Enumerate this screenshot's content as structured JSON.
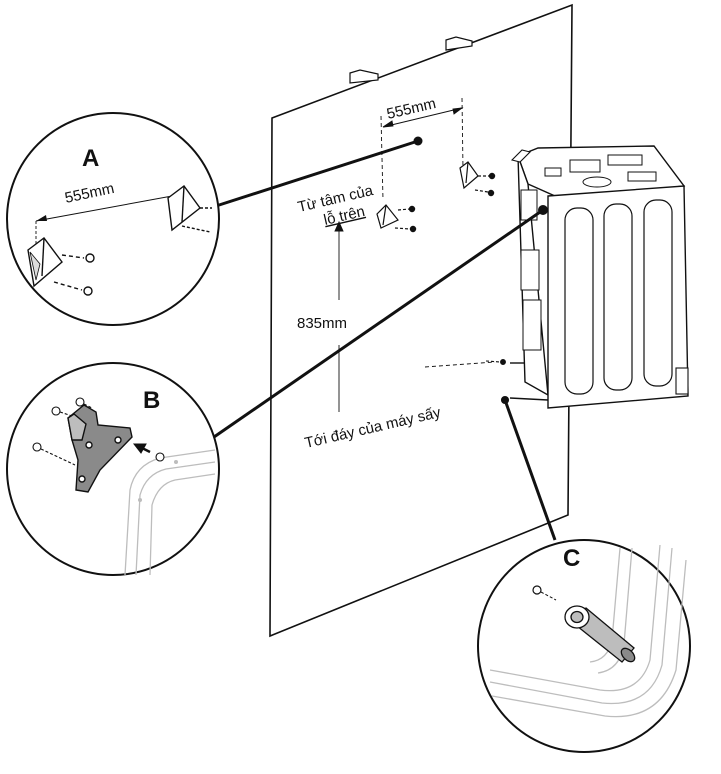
{
  "labels": {
    "callout_a": "A",
    "callout_b": "B",
    "callout_c": "C",
    "dim_width_wall": "555mm",
    "dim_width_detail": "555mm",
    "dim_height": "835mm",
    "from_center_line1": "Từ tâm của",
    "from_center_line2": "lỗ trên",
    "to_bottom": "Tới đáy của máy sấy"
  },
  "colors": {
    "line": "#111111",
    "gray_part": "#8a8a8a",
    "light_gray": "#bdbdbd",
    "wall": "#ffffff"
  }
}
